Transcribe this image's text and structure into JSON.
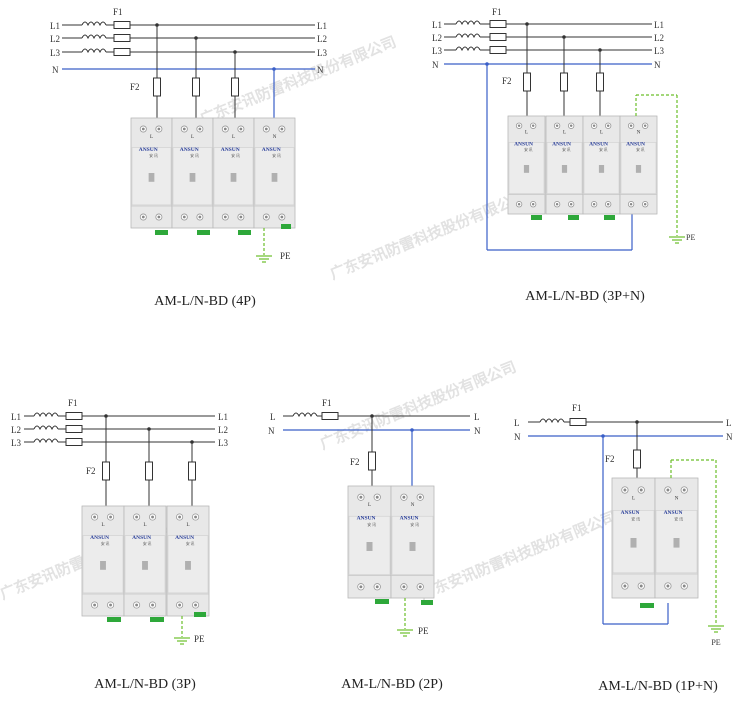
{
  "wires": {
    "L1": "L1",
    "L2": "L2",
    "L3": "L3",
    "L": "L",
    "N": "N",
    "PE": "PE"
  },
  "fuses": {
    "main": "F1",
    "branch": "F2"
  },
  "brand": {
    "logo": "ANSUN",
    "sub": "安 讯"
  },
  "terminal_marks": {
    "line": "L",
    "neutral": "N",
    "pe": "PE"
  },
  "watermark": "广东安讯防雷科技股份有限公司",
  "diagrams": [
    {
      "caption": "AM-L/N-BD (4P)"
    },
    {
      "caption": "AM-L/N-BD (3P+N)"
    },
    {
      "caption": "AM-L/N-BD (3P)"
    },
    {
      "caption": "AM-L/N-BD (2P)"
    },
    {
      "caption": "AM-L/N-BD (1P+N)"
    }
  ],
  "colors": {
    "line": "#333333",
    "neutral": "#3a5fc8",
    "pe": "#6cbf2a",
    "module": "#e8e8e8",
    "terminal_green": "#2ea83a",
    "brand_blue": "#2a3f9a"
  }
}
